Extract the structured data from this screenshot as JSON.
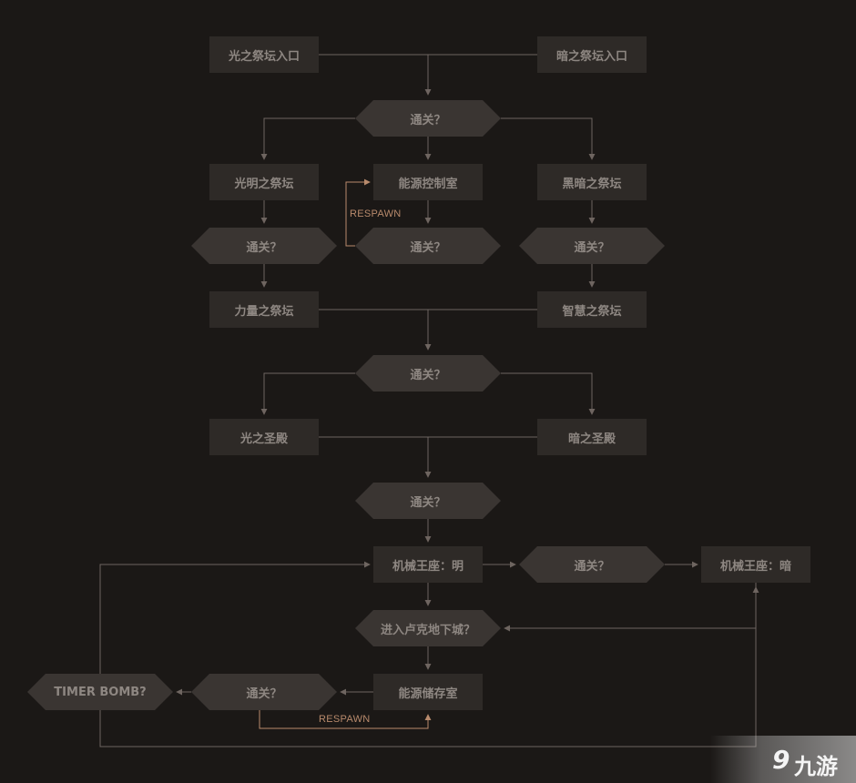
{
  "nodes": {
    "light_entrance": "光之祭坛入口",
    "dark_entrance": "暗之祭坛入口",
    "clear_q1": "通关？",
    "light_altar": "光明之祭坛",
    "power_control": "能源控制室",
    "dark_altar": "黑暗之祭坛",
    "clear_q_left": "通关？",
    "clear_q_mid": "通关？",
    "clear_q_right": "通关？",
    "power_altar": "力量之祭坛",
    "wisdom_altar": "智慧之祭坛",
    "clear_q2": "通关？",
    "light_temple": "光之圣殿",
    "dark_temple": "暗之圣殿",
    "clear_q3": "通关？",
    "mech_throne_light": "机械王座：明",
    "clear_q4": "通关？",
    "mech_throne_dark": "机械王座：暗",
    "enter_dungeon": "进入卢克地下城？",
    "power_storage": "能源储存室",
    "clear_q5": "通关？",
    "timer_bomb": "TIMER BOMB?"
  },
  "labels": {
    "respawn_top": "RESPAWN",
    "respawn_bottom": "RESPAWN"
  },
  "watermark": {
    "logo": "9",
    "text": "九游"
  },
  "colors": {
    "background": "#1b1816",
    "rect_fill": "#2e2a27",
    "hex_fill": "#3a3532",
    "node_text": "#8e8782",
    "line": "#6e6560",
    "respawn": "#b88a6c"
  }
}
